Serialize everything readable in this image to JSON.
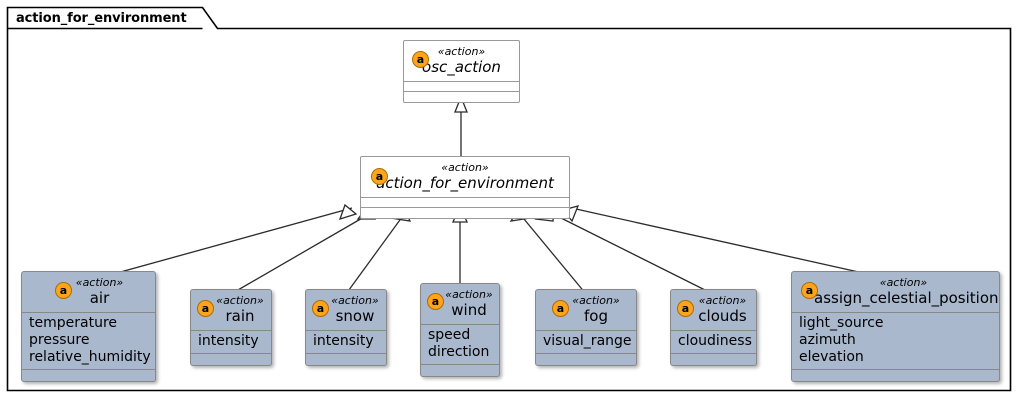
{
  "package": {
    "name": "action_for_environment"
  },
  "stereotype": "«action»",
  "badge_letter": "a",
  "colors": {
    "leaf_fill": "#A9B8CD",
    "root_fill": "#FFFFFF",
    "badge_fill": "#FBA51D",
    "border": "#888888",
    "line": "#2B2B2B"
  },
  "classes": {
    "root": {
      "name": "osc_action",
      "stereotype": "«action»",
      "attributes": [],
      "operations": []
    },
    "middle": {
      "name": "action_for_environment",
      "stereotype": "«action»",
      "attributes": [],
      "operations": []
    },
    "leaves": [
      {
        "name": "air",
        "stereotype": "«action»",
        "attributes": [
          "temperature",
          "pressure",
          "relative_humidity"
        ]
      },
      {
        "name": "rain",
        "stereotype": "«action»",
        "attributes": [
          "intensity"
        ]
      },
      {
        "name": "snow",
        "stereotype": "«action»",
        "attributes": [
          "intensity"
        ]
      },
      {
        "name": "wind",
        "stereotype": "«action»",
        "attributes": [
          "speed",
          "direction"
        ]
      },
      {
        "name": "fog",
        "stereotype": "«action»",
        "attributes": [
          "visual_range"
        ]
      },
      {
        "name": "clouds",
        "stereotype": "«action»",
        "attributes": [
          "cloudiness"
        ]
      },
      {
        "name": "assign_celestial_position",
        "stereotype": "«action»",
        "attributes": [
          "light_source",
          "azimuth",
          "elevation"
        ]
      }
    ]
  },
  "relationships": [
    {
      "type": "generalization",
      "from": "action_for_environment",
      "to": "osc_action"
    },
    {
      "type": "generalization",
      "from": "air",
      "to": "action_for_environment"
    },
    {
      "type": "generalization",
      "from": "rain",
      "to": "action_for_environment"
    },
    {
      "type": "generalization",
      "from": "snow",
      "to": "action_for_environment"
    },
    {
      "type": "generalization",
      "from": "wind",
      "to": "action_for_environment"
    },
    {
      "type": "generalization",
      "from": "fog",
      "to": "action_for_environment"
    },
    {
      "type": "generalization",
      "from": "clouds",
      "to": "action_for_environment"
    },
    {
      "type": "generalization",
      "from": "assign_celestial_position",
      "to": "action_for_environment"
    }
  ]
}
